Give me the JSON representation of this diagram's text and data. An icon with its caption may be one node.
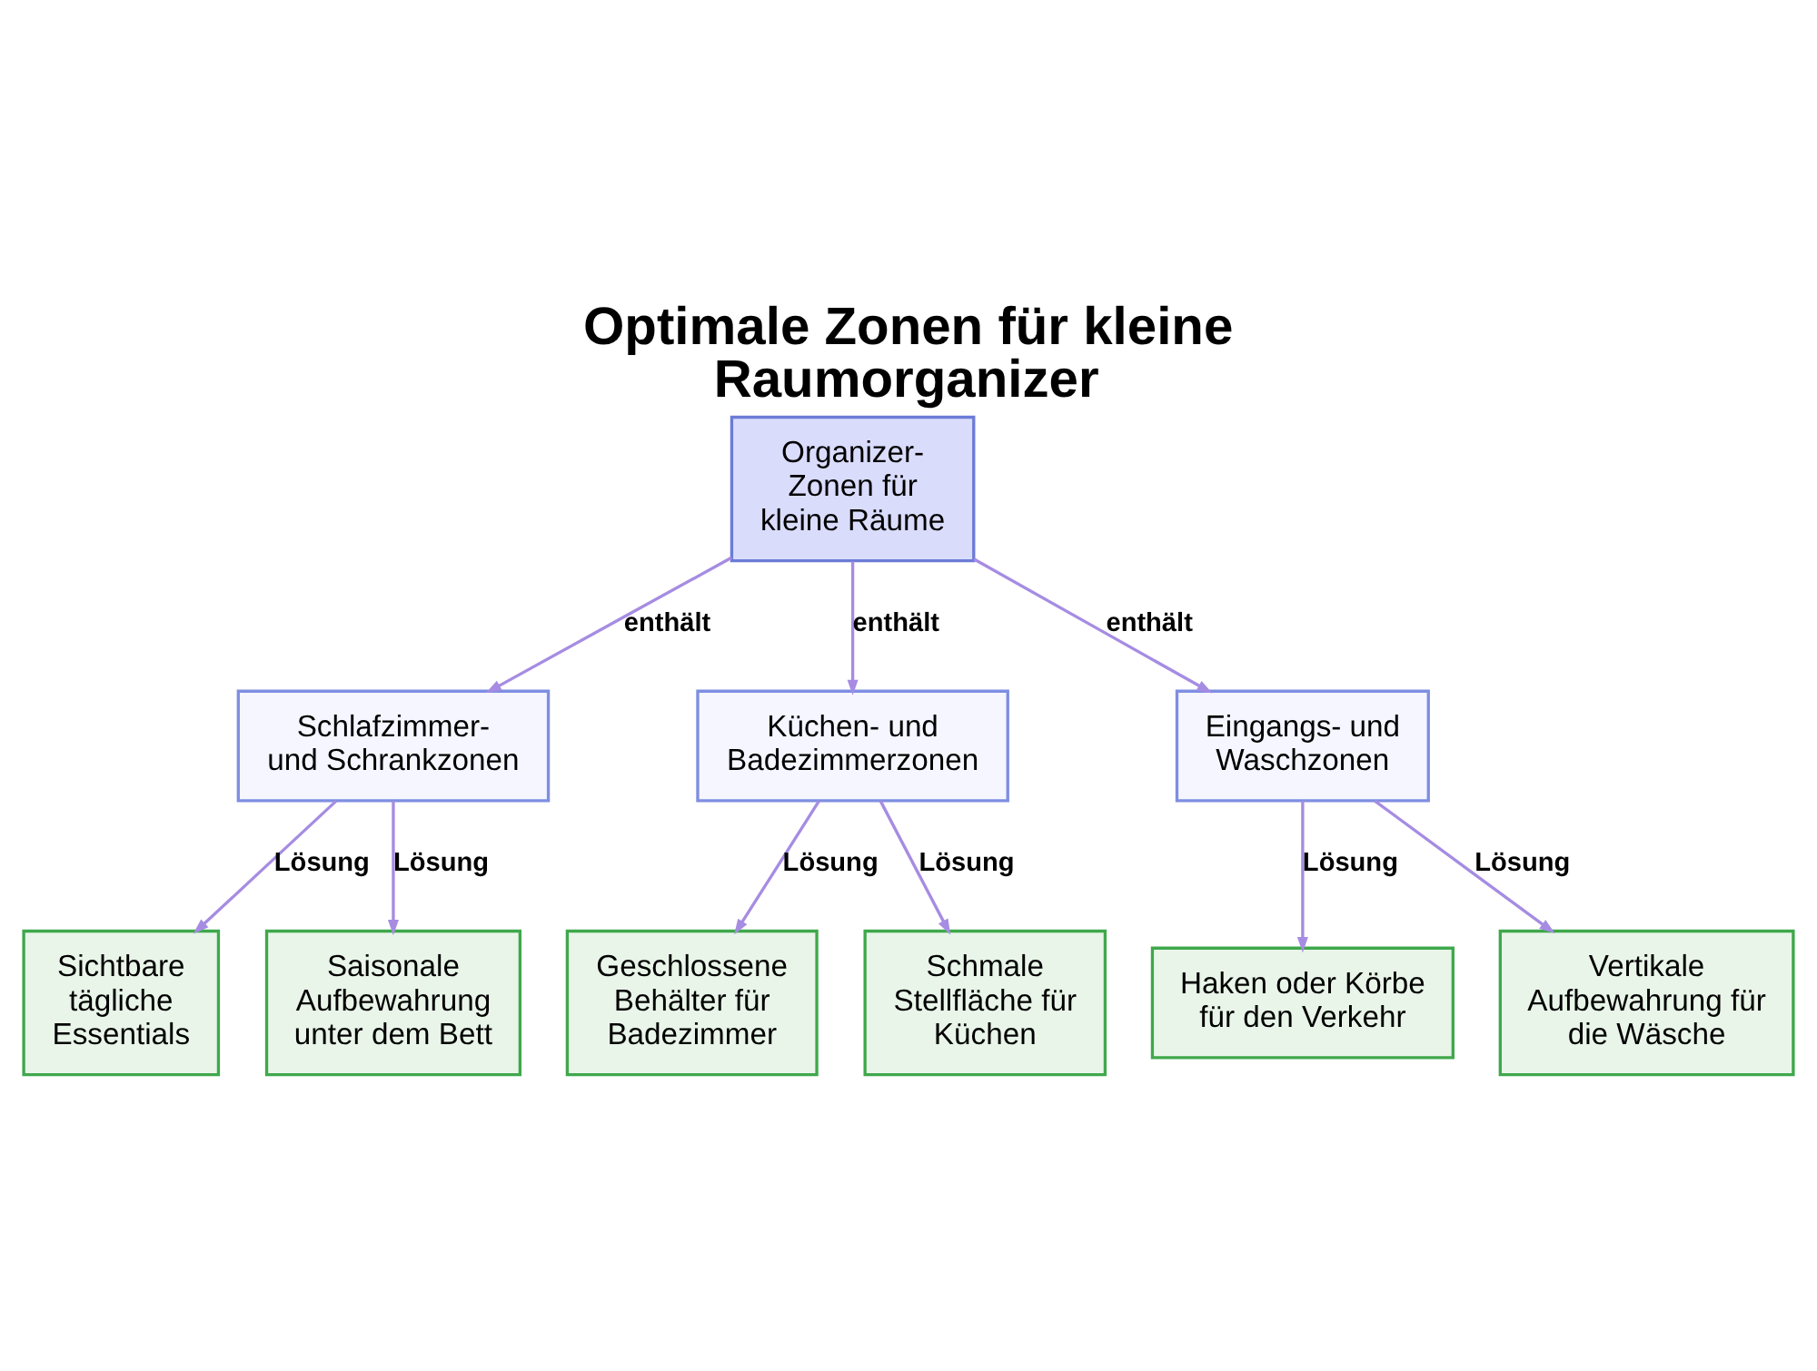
{
  "diagram": {
    "title": "Optimale Zonen für kleine Raumorganizer",
    "nodes": [
      {
        "text": [
          "Organizer-Zonen für kleine Räume"
        ]
      },
      {
        "text": [
          "Schlafzimmer- und Schrankzonen"
        ]
      },
      {
        "text": [
          "Küchen- und Badezimmerzonen"
        ]
      },
      {
        "text": [
          "Eingangs- und Waschzonen"
        ]
      },
      {
        "text": [
          "Sichtbare tägliche Essentials"
        ]
      },
      {
        "text": [
          "Saisonale Aufbewahrung unter dem Bett"
        ]
      },
      {
        "text": [
          "Geschlossene Behälter für Badezimmer"
        ]
      },
      {
        "text": [
          "Schmale Stellfläche für Küchen"
        ]
      },
      {
        "text": [
          "Haken oder Körbe für den Verkehr"
        ]
      },
      {
        "text": [
          "Vertikale Aufbewahrung für die Wäsche"
        ]
      }
    ],
    "edges": [
      {
        "from": 0,
        "to": 1,
        "arrow": "to",
        "label": "enthält"
      },
      {
        "from": 0,
        "to": 2,
        "arrow": "to",
        "label": "enthält"
      },
      {
        "from": 0,
        "to": 3,
        "arrow": "to",
        "label": "enthält"
      },
      {
        "from": 1,
        "to": 4,
        "arrow": "to",
        "label": "Lösung"
      },
      {
        "from": 1,
        "to": 5,
        "arrow": "to",
        "label": "Lösung"
      },
      {
        "from": 2,
        "to": 6,
        "arrow": "to",
        "label": "Lösung"
      },
      {
        "from": 2,
        "to": 7,
        "arrow": "to",
        "label": "Lösung"
      },
      {
        "from": 3,
        "to": 8,
        "arrow": "to",
        "label": "Lösung"
      },
      {
        "from": 3,
        "to": 9,
        "arrow": "to",
        "label": "Lösung"
      }
    ]
  }
}
